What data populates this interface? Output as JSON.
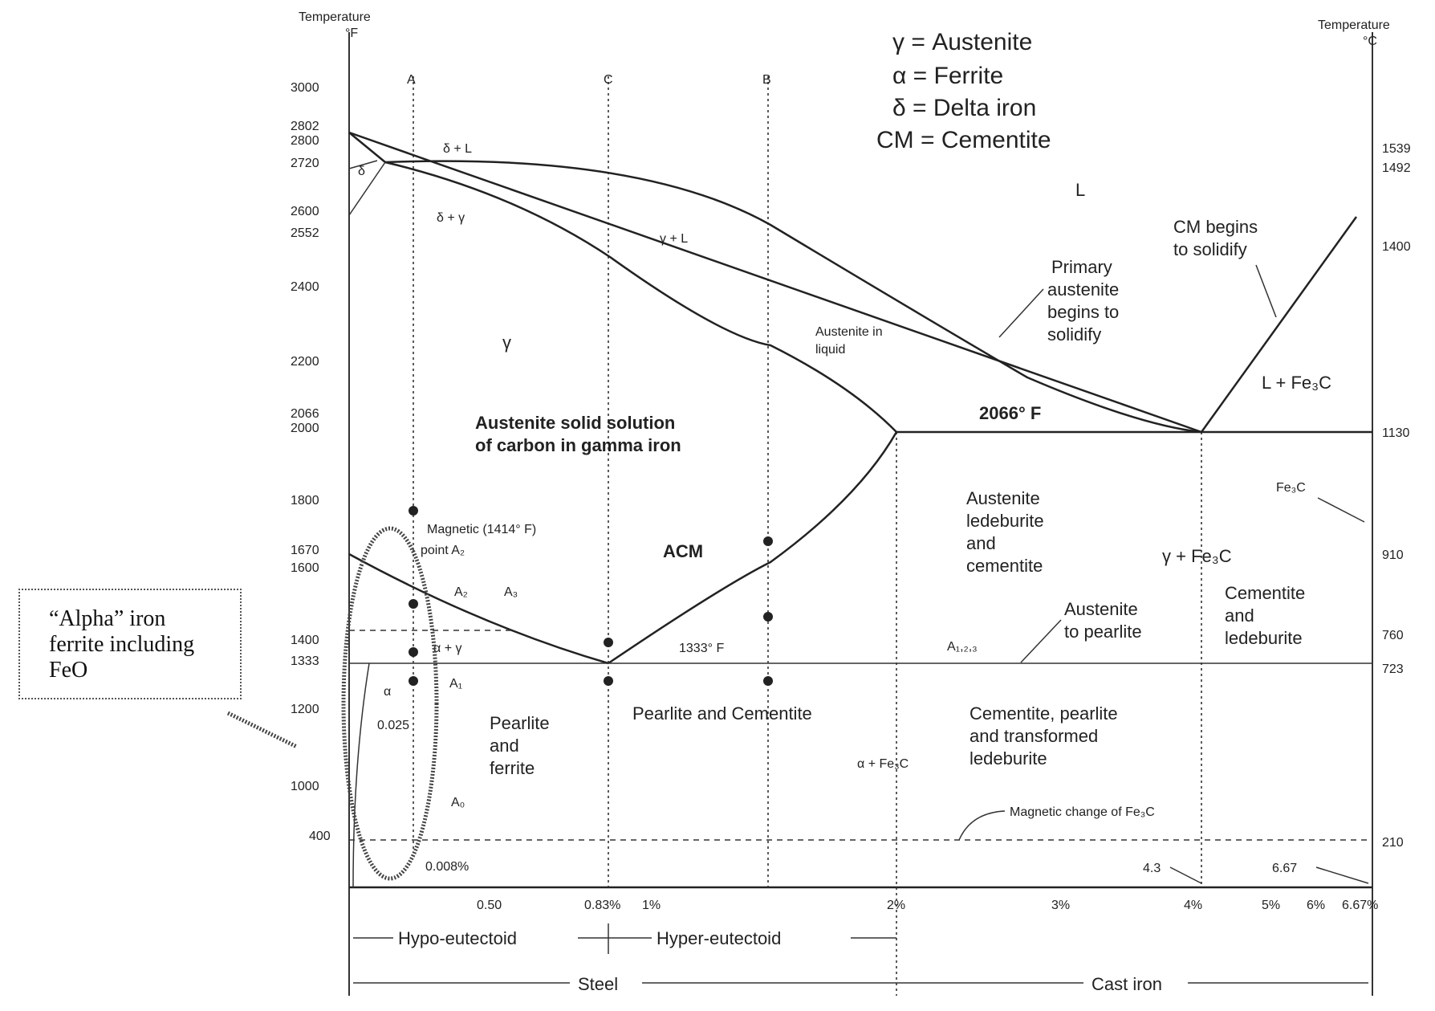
{
  "axes": {
    "left_title_1": "Temperature",
    "left_title_2": "°F",
    "right_title_1": "Temperature",
    "right_title_2": "°C",
    "left_ticks": [
      "3000",
      "2802",
      "2800",
      "2720",
      "2600",
      "2552",
      "2400",
      "2200",
      "2066",
      "2000",
      "1800",
      "1670",
      "1600",
      "1400",
      "1333",
      "1200",
      "1000",
      "400"
    ],
    "right_ticks": [
      "1539",
      "1492",
      "1400",
      "1130",
      "910",
      "760",
      "723",
      "210"
    ],
    "x_ticks": [
      "0.50",
      "0.83%",
      "1%",
      "2%",
      "3%",
      "4%",
      "5%",
      "6%",
      "6.67%"
    ]
  },
  "legend": [
    "γ = Austenite",
    "α = Ferrite",
    "δ = Delta iron",
    "CM = Cementite"
  ],
  "vertical_lines": [
    "A",
    "C",
    "B"
  ],
  "regions": {
    "delta_plus_liquid": "δ + L",
    "delta": "δ",
    "delta_plus_gamma": "δ + γ",
    "gamma_plus_liquid": "γ + L",
    "liquid": "L",
    "gamma": "γ",
    "austenite_solid_solution_1": "Austenite solid solution",
    "austenite_solid_solution_2": "of carbon in gamma iron",
    "austenite_in_liquid_1": "Austenite in",
    "austenite_in_liquid_2": "liquid",
    "primary_austenite": [
      "Primary",
      "austenite",
      "begins to",
      "solidify"
    ],
    "cm_begins": [
      "CM begins",
      "to solidify"
    ],
    "l_plus_fe3c": "L + Fe₃C",
    "eutectic_temp": "2066° F",
    "austenite_ledeburite": [
      "Austenite",
      "ledeburite",
      "and",
      "cementite"
    ],
    "fe3c": "Fe₃C",
    "gamma_plus_fe3c": "γ + Fe₃C",
    "cementite_ledeburite": [
      "Cementite",
      "and",
      "ledeburite"
    ],
    "austenite_to_pearlite": [
      "Austenite",
      "to pearlite"
    ],
    "a123": "A₁,₂,₃",
    "acm": "ACM",
    "eutectoid_temp": "1333° F",
    "magnetic_point": [
      "Magnetic (1414° F)",
      "point A₂"
    ],
    "a2": "A₂",
    "a3": "A₃",
    "alpha_plus_gamma": "α + γ",
    "a1": "A₁",
    "alpha": "α",
    "alpha_pct": "0.025",
    "pearlite_ferrite": [
      "Pearlite",
      "and",
      "ferrite"
    ],
    "pearlite_cementite": "Pearlite and Cementite",
    "alpha_plus_fe3c": "α + Fe₃C",
    "cementite_pearlite": [
      "Cementite, pearlite",
      "and transformed",
      "ledeburite"
    ],
    "magnetic_change": "Magnetic change of Fe₃C",
    "a0": "A₀",
    "pct_0008": "0.008%",
    "pct_43": "4.3",
    "pct_667": "6.67"
  },
  "bottom": {
    "hypo": "Hypo-eutectoid",
    "hyper": "Hyper-eutectoid",
    "steel": "Steel",
    "cast_iron": "Cast iron"
  },
  "callout": [
    "“Alpha” iron",
    "ferrite including",
    "FeO"
  ]
}
